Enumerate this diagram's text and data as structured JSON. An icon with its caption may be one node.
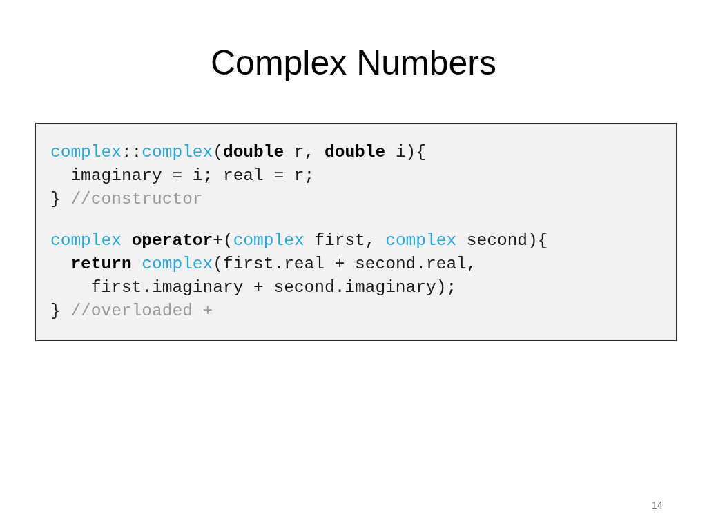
{
  "diagram": {
    "title": "Complex Numbers",
    "nodes": [
      {
        "text": [
          "complex::complex(**double** r, **double** i){",
          "imaginary = i; real = r;",
          "} //constructor",
          "complex **operator**+(complex first, complex second){",
          "**return** complex(first.real + second.real,",
          "first.imaginary + second.imaginary);",
          "} //overloaded +"
        ]
      }
    ],
    "labels": [
      "14"
    ]
  }
}
